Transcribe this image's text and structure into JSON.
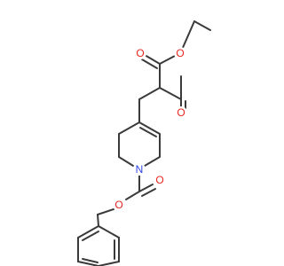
{
  "molecule": {
    "atom_colors": {
      "O": "#e8241f",
      "N": "#2f45e6",
      "C": "#3a3a3a"
    },
    "labels": {
      "o_ester_carbonyl": "O",
      "o_ester_ether": "O",
      "o_ketone": "O",
      "n_ring": "N",
      "o_carbamate_carbonyl": "O",
      "o_carbamate_ether": "O"
    }
  }
}
